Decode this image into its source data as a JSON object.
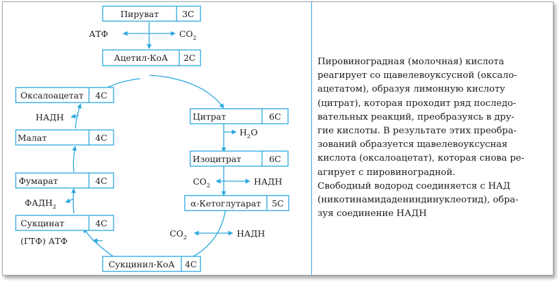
{
  "compounds": {
    "pyruvate": {
      "name": "Пируват",
      "carbons": "3C"
    },
    "acetyl_coa": {
      "name": "Ацетил-КоА",
      "carbons": "2C"
    },
    "citrate": {
      "name": "Цитрат",
      "carbons": "6C"
    },
    "isocitrate": {
      "name": "Изоцитрат",
      "carbons": "6C"
    },
    "ketoglutarate": {
      "name": "α-Кетоглутарат",
      "carbons": "5C"
    },
    "succinyl_coa": {
      "name": "Сукцинил-КоА",
      "carbons": "4C"
    },
    "succinate": {
      "name": "Сукцинат",
      "carbons": "4C"
    },
    "fumarate": {
      "name": "Фумарат",
      "carbons": "4C"
    },
    "malate": {
      "name": "Малат",
      "carbons": "4C"
    },
    "oxaloacetate": {
      "name": "Оксалоацетат",
      "carbons": "4C"
    }
  },
  "side_products": {
    "atf_top": "АТФ",
    "co2_top": "CO",
    "co2_top_sub": "2",
    "h2o": "H",
    "h2o_sub": "2",
    "h2o_tail": "O",
    "co2_iso": "CO",
    "co2_iso_sub": "2",
    "nadh_iso": "НАДН",
    "co2_keto": "CO",
    "co2_keto_sub": "2",
    "nadh_keto": "НАДН",
    "gtf_atf": "(ГТФ) АТФ",
    "fadh": "ФАДН",
    "fadh_sub": "2",
    "nadh_malate": "НАДН"
  },
  "description": {
    "paragraph1": [
      "Пировиноградная (молочная) кислота",
      "реагирует со щавелевоуксусной (оксало-",
      "ацетатом), образуя лимонную кислоту",
      "(цитрат), которая проходит ряд последо-",
      "вательных реакций, преобразуясь в дру-",
      "гие кислоты. В результате этих преобра-",
      "зований образуется щавелевоуксусная",
      "кислота (оксалоацетат), которая снова ре-",
      "агирует с пировиноградной."
    ],
    "paragraph2": [
      "Свободный водород соединяется с НАД",
      "(никотинамидадениндинуклеотид), обра-",
      "зуя соединение НАДН"
    ]
  },
  "colors": {
    "accent": "#2aa7df",
    "text": "#1a1a1a",
    "frame": "#9aa3ab"
  }
}
